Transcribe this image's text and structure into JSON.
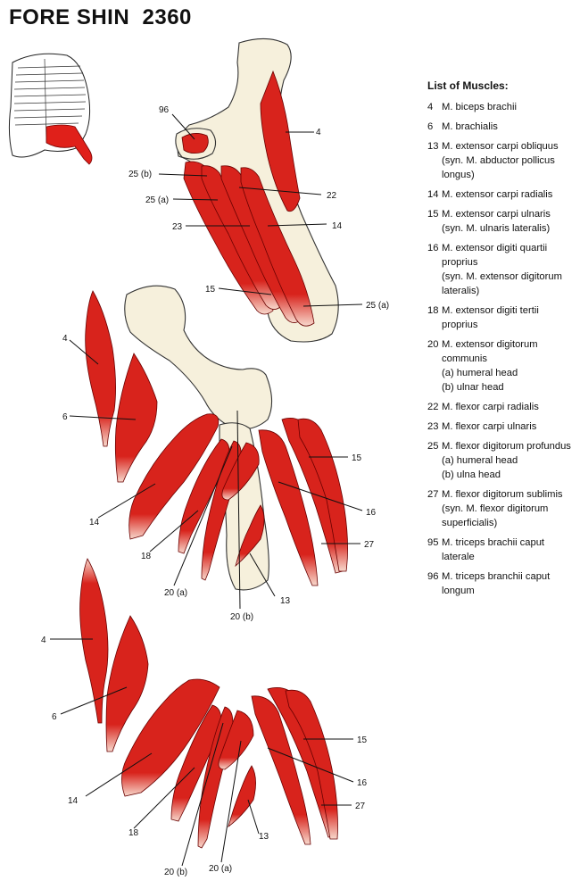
{
  "title": "FORE SHIN  2360",
  "colors": {
    "muscle": "#d8231c",
    "bone": "#f6f0dc",
    "outline": "#222222"
  },
  "legend": {
    "title": "List of Muscles:",
    "entries": [
      {
        "num": "4",
        "lines": [
          "M. biceps brachii"
        ]
      },
      {
        "num": "6",
        "lines": [
          "M. brachialis"
        ]
      },
      {
        "num": "13",
        "lines": [
          "M. extensor carpi obliquus",
          "(syn. M. abductor pollicus",
          "longus)"
        ]
      },
      {
        "num": "14",
        "lines": [
          "M. extensor carpi radialis"
        ]
      },
      {
        "num": "15",
        "lines": [
          "M. extensor carpi ulnaris",
          "(syn. M. ulnaris lateralis)"
        ]
      },
      {
        "num": "16",
        "lines": [
          "M. extensor digiti quartii",
          "proprius",
          "(syn. M. extensor digitorum",
          "lateralis)"
        ]
      },
      {
        "num": "18",
        "lines": [
          "M. extensor digiti tertii",
          "proprius"
        ]
      },
      {
        "num": "20",
        "lines": [
          "M. extensor digitorum",
          "communis",
          "(a) humeral head",
          "(b) ulnar head"
        ]
      },
      {
        "num": "22",
        "lines": [
          "M. flexor carpi radialis"
        ]
      },
      {
        "num": "23",
        "lines": [
          "M. flexor carpi ulnaris"
        ]
      },
      {
        "num": "25",
        "lines": [
          "M. flexor digitorum profundus",
          "(a) humeral head",
          "(b) ulna head"
        ]
      },
      {
        "num": "27",
        "lines": [
          "M. flexor digitorum sublimis",
          "(syn. M. flexor digitorum",
          "superficialis)"
        ]
      },
      {
        "num": "95",
        "lines": [
          "M. triceps brachii caput",
          "laterale"
        ]
      },
      {
        "num": "96",
        "lines": [
          "M. triceps branchii caput",
          "longum"
        ]
      }
    ]
  },
  "labels": {
    "top": {
      "l96": "96",
      "l4": "4",
      "l25b": "25 (b)",
      "l25a": "25 (a)",
      "l22": "22",
      "l23": "23",
      "l14": "14",
      "l15": "15",
      "l25a_low": "25 (a)"
    },
    "middle": {
      "l4": "4",
      "l6": "6",
      "l14": "14",
      "l18": "18",
      "l20a": "20 (a)",
      "l20b": "20 (b)",
      "l13": "13",
      "l15": "15",
      "l16": "16",
      "l27": "27"
    },
    "bottom": {
      "l4": "4",
      "l6": "6",
      "l14": "14",
      "l18": "18",
      "l20b": "20 (b)",
      "l20a": "20 (a)",
      "l13": "13",
      "l15": "15",
      "l16": "16",
      "l27": "27"
    }
  }
}
